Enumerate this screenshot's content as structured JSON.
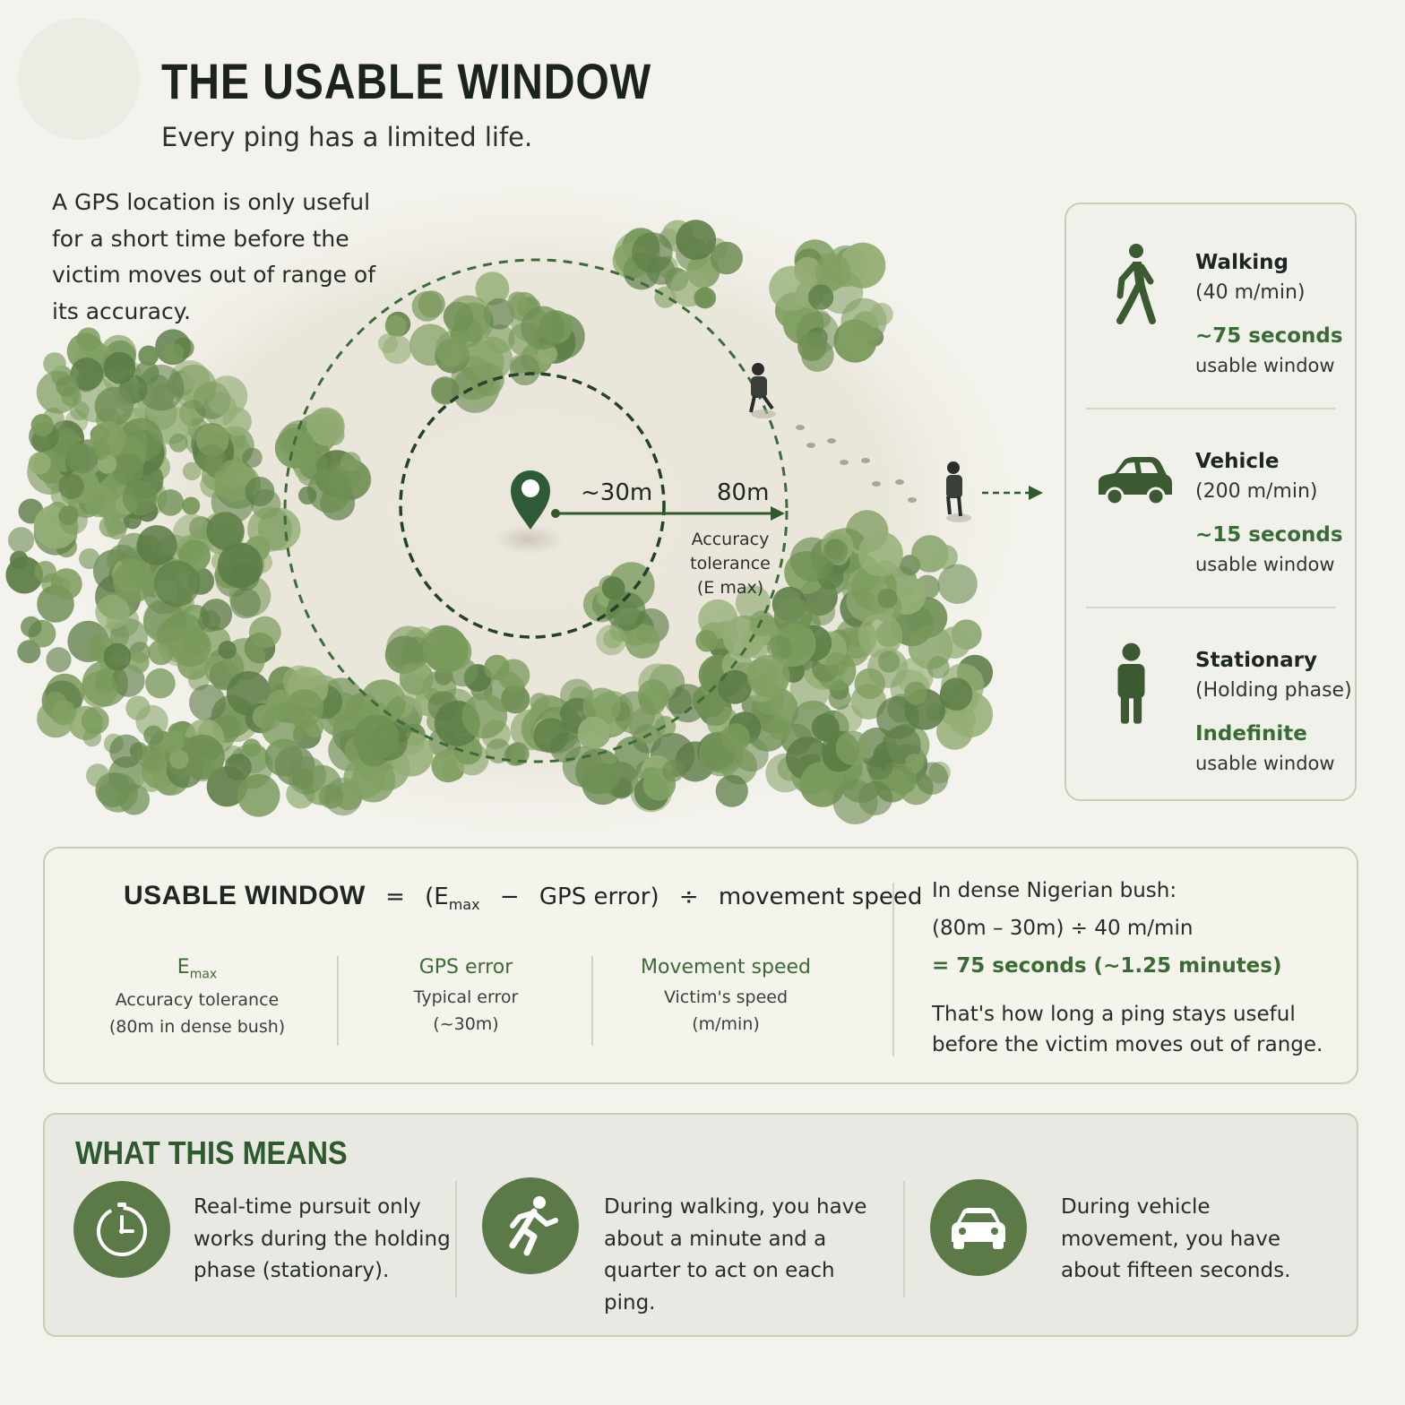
{
  "header": {
    "title": "THE USABLE WINDOW",
    "subtitle": "Every ping has a limited life.",
    "intro": "A GPS location is only useful for a short time before the victim moves out of range of its accuracy."
  },
  "map": {
    "inner_radius_label": "~30m",
    "outer_radius_label": "80m",
    "tolerance_label_1": "Accuracy",
    "tolerance_label_2": "tolerance",
    "tolerance_label_3": "(E max)"
  },
  "modes": [
    {
      "title": "Walking",
      "speed": "(40 m/min)",
      "window": "~75 seconds",
      "window_label": "usable window",
      "icon": "walking-person-icon"
    },
    {
      "title": "Vehicle",
      "speed": "(200 m/min)",
      "window": "~15 seconds",
      "window_label": "usable window",
      "icon": "car-icon"
    },
    {
      "title": "Stationary",
      "speed": "(Holding phase)",
      "window": "Indefinite",
      "window_label": "usable window",
      "icon": "standing-person-icon"
    }
  ],
  "formula": {
    "lhs": "USABLE WINDOW",
    "eq": "=",
    "open": "(E",
    "sub": "max",
    "minus": "−",
    "gps": "GPS error)",
    "div": "÷",
    "speed": "movement speed",
    "terms": [
      {
        "head": "E",
        "head_sub": "max",
        "desc1": "Accuracy tolerance",
        "desc2": "(80m in dense bush)"
      },
      {
        "head": "GPS error",
        "head_sub": "",
        "desc1": "Typical error",
        "desc2": "(~30m)"
      },
      {
        "head": "Movement speed",
        "head_sub": "",
        "desc1": "Victim's speed",
        "desc2": "(m/min)"
      }
    ],
    "example": {
      "context": "In dense Nigerian bush:",
      "calc": "(80m – 30m) ÷ 40 m/min",
      "result": "= 75 seconds (~1.25 minutes)",
      "note1": "That's how long a ping stays useful",
      "note2": "before the victim moves out of range."
    }
  },
  "meaning": {
    "title": "WHAT THIS MEANS",
    "items": [
      {
        "icon": "stopwatch-icon",
        "text": "Real-time pursuit only works during the holding phase (stationary)."
      },
      {
        "icon": "running-person-icon",
        "text": "During walking, you have about a minute and a quarter to act on each ping."
      },
      {
        "icon": "car-icon",
        "text": "During vehicle movement, you have about fifteen seconds."
      }
    ]
  },
  "colors": {
    "accent_green": "#3a6b34",
    "dark_green": "#2f5a2c",
    "icon_green": "#5b7a48",
    "background": "#f3f2ec"
  }
}
